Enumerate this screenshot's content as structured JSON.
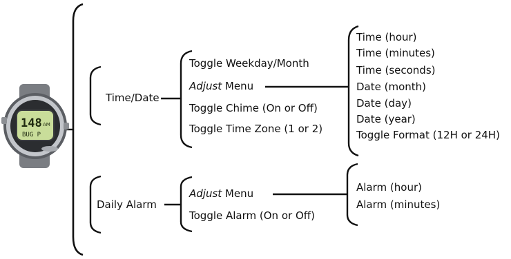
{
  "root": {
    "device": "wristwatch",
    "display_text": "148",
    "display_sub": "AM",
    "display_lower": "BUG P"
  },
  "branches": [
    {
      "label": "Time/Date",
      "items": [
        {
          "text": "Toggle Weekday/Month"
        },
        {
          "prefix": "Adjust",
          "text": " Menu"
        },
        {
          "text": "Toggle Chime (On or Off)"
        },
        {
          "text": "Toggle Time Zone (1 or 2)"
        }
      ],
      "adjust_items": [
        "Time (hour)",
        "Time (minutes)",
        "Time (seconds)",
        "Date (month)",
        "Date (day)",
        "Date (year)",
        "Toggle Format (12H or 24H)"
      ]
    },
    {
      "label": "Daily Alarm",
      "items": [
        {
          "prefix": "Adjust",
          "text": " Menu"
        },
        {
          "text": "Toggle Alarm (On or Off)"
        }
      ],
      "adjust_items": [
        "Alarm (hour)",
        "Alarm (minutes)"
      ]
    }
  ],
  "colors": {
    "line": "#111111",
    "screen": "#c9dd9a",
    "bezel": "#8c8f94"
  }
}
